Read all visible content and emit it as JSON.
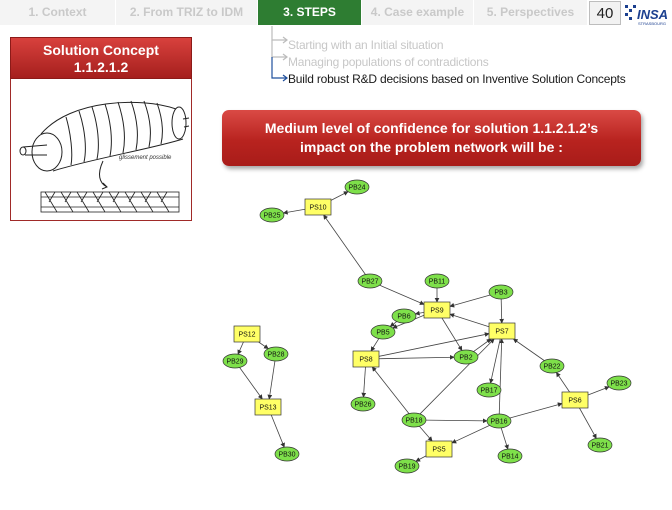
{
  "nav": {
    "tabs": [
      {
        "label": "1. Context",
        "active": false
      },
      {
        "label": "2. From TRIZ to IDM",
        "active": false
      },
      {
        "label": "3. STEPS",
        "active": true
      },
      {
        "label": "4. Case example",
        "active": false
      },
      {
        "label": "5. Perspectives",
        "active": false
      }
    ],
    "page_number": "40",
    "logo_text": "INSA"
  },
  "steps": [
    {
      "label": "Starting with an Initial situation",
      "state": "faded"
    },
    {
      "label": "Managing populations of contradictions",
      "state": "faded"
    },
    {
      "label": "Build robust R&D decisions based on Inventive Solution Concepts",
      "state": "current"
    }
  ],
  "solution_concept": {
    "title": "Solution Concept",
    "id": "1.1.2.1.2",
    "sketch_note": "glissement possible"
  },
  "banner": {
    "line1": "Medium level of confidence for solution 1.1.2.1.2’s",
    "line2": "impact on the problem network will be :"
  },
  "colors": {
    "nav_active": "#2e7d32",
    "banner_red": "#b8231f",
    "problem_node": "#7ee04a",
    "solution_node": "#ffff66"
  },
  "network": {
    "nodes": [
      {
        "id": "PS10",
        "kind": "solution"
      },
      {
        "id": "PB24",
        "kind": "problem"
      },
      {
        "id": "PB25",
        "kind": "problem"
      },
      {
        "id": "PB27",
        "kind": "problem"
      },
      {
        "id": "PB11",
        "kind": "problem"
      },
      {
        "id": "PB3",
        "kind": "problem"
      },
      {
        "id": "PS9",
        "kind": "solution"
      },
      {
        "id": "PB6",
        "kind": "problem"
      },
      {
        "id": "PB5",
        "kind": "problem"
      },
      {
        "id": "PS7",
        "kind": "solution"
      },
      {
        "id": "PS8",
        "kind": "solution"
      },
      {
        "id": "PB2",
        "kind": "problem"
      },
      {
        "id": "PB22",
        "kind": "problem"
      },
      {
        "id": "PB17",
        "kind": "problem"
      },
      {
        "id": "PB23",
        "kind": "problem"
      },
      {
        "id": "PS6",
        "kind": "solution"
      },
      {
        "id": "PB26",
        "kind": "problem"
      },
      {
        "id": "PB18",
        "kind": "problem"
      },
      {
        "id": "PB16",
        "kind": "problem"
      },
      {
        "id": "PB21",
        "kind": "problem"
      },
      {
        "id": "PS5",
        "kind": "solution"
      },
      {
        "id": "PB14",
        "kind": "problem"
      },
      {
        "id": "PB19",
        "kind": "problem"
      },
      {
        "id": "PS12",
        "kind": "solution"
      },
      {
        "id": "PB28",
        "kind": "problem"
      },
      {
        "id": "PB29",
        "kind": "problem"
      },
      {
        "id": "PS13",
        "kind": "solution"
      },
      {
        "id": "PB30",
        "kind": "problem"
      }
    ],
    "edges": [
      [
        "PS10",
        "PB24"
      ],
      [
        "PS10",
        "PB25"
      ],
      [
        "PB27",
        "PS10"
      ],
      [
        "PB27",
        "PS9"
      ],
      [
        "PB11",
        "PS9"
      ],
      [
        "PB3",
        "PS9"
      ],
      [
        "PS9",
        "PB6"
      ],
      [
        "PB6",
        "PB5"
      ],
      [
        "PS9",
        "PB5"
      ],
      [
        "PB5",
        "PS8"
      ],
      [
        "PS9",
        "PB2"
      ],
      [
        "PB2",
        "PS7"
      ],
      [
        "PB3",
        "PS7"
      ],
      [
        "PS7",
        "PS9"
      ],
      [
        "PS8",
        "PS7"
      ],
      [
        "PS8",
        "PB2"
      ],
      [
        "PS8",
        "PB26"
      ],
      [
        "PB18",
        "PS8"
      ],
      [
        "PB18",
        "PS7"
      ],
      [
        "PB18",
        "PB16"
      ],
      [
        "PB18",
        "PS5"
      ],
      [
        "PB16",
        "PS7"
      ],
      [
        "PB16",
        "PS6"
      ],
      [
        "PB16",
        "PB14"
      ],
      [
        "PB16",
        "PS5"
      ],
      [
        "PS7",
        "PB17"
      ],
      [
        "PS6",
        "PB22"
      ],
      [
        "PS6",
        "PB23"
      ],
      [
        "PS6",
        "PB21"
      ],
      [
        "PS5",
        "PB19"
      ],
      [
        "PB22",
        "PS7"
      ],
      [
        "PS12",
        "PB28"
      ],
      [
        "PS12",
        "PB29"
      ],
      [
        "PB28",
        "PS13"
      ],
      [
        "PB29",
        "PS13"
      ],
      [
        "PS13",
        "PB30"
      ]
    ]
  }
}
